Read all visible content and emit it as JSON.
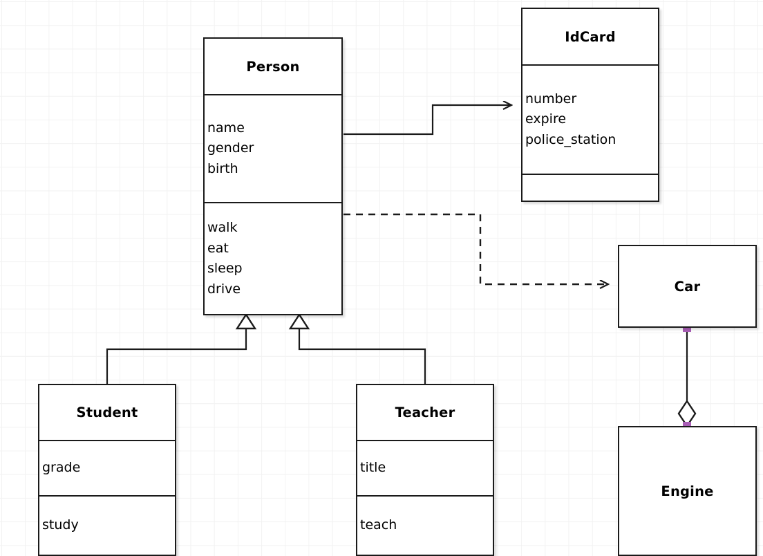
{
  "diagram": {
    "kind": "uml-class-diagram",
    "background_color": "#ffffff",
    "grid_color": "#f2f2f2",
    "line_color": "#1a1a1a",
    "endpoint_marker_color": "#a95eb6"
  },
  "classes": {
    "person": {
      "name": "Person",
      "attributes": [
        "name",
        "gender",
        "birth"
      ],
      "methods": [
        "walk",
        "eat",
        "sleep",
        "drive"
      ]
    },
    "idcard": {
      "name": "IdCard",
      "attributes": [
        "number",
        "expire",
        "police_station"
      ],
      "methods": []
    },
    "car": {
      "name": "Car",
      "attributes": [],
      "methods": []
    },
    "engine": {
      "name": "Engine",
      "attributes": [],
      "methods": []
    },
    "student": {
      "name": "Student",
      "attributes": [
        "grade"
      ],
      "methods": [
        "study"
      ]
    },
    "teacher": {
      "name": "Teacher",
      "attributes": [
        "title"
      ],
      "methods": [
        "teach"
      ]
    }
  },
  "relationships": [
    {
      "id": "person-idcard",
      "type": "association",
      "from": "Person",
      "to": "IdCard",
      "line_style": "solid",
      "arrow": "open-arrow"
    },
    {
      "id": "person-car",
      "type": "dependency",
      "from": "Person",
      "to": "Car",
      "line_style": "dashed",
      "arrow": "open-arrow"
    },
    {
      "id": "student-person",
      "type": "generalization",
      "from": "Student",
      "to": "Person",
      "line_style": "solid",
      "arrow": "hollow-triangle"
    },
    {
      "id": "teacher-person",
      "type": "generalization",
      "from": "Teacher",
      "to": "Person",
      "line_style": "solid",
      "arrow": "hollow-triangle"
    },
    {
      "id": "car-engine",
      "type": "aggregation",
      "from": "Engine",
      "to": "Car",
      "line_style": "solid",
      "arrow": "hollow-diamond"
    }
  ]
}
